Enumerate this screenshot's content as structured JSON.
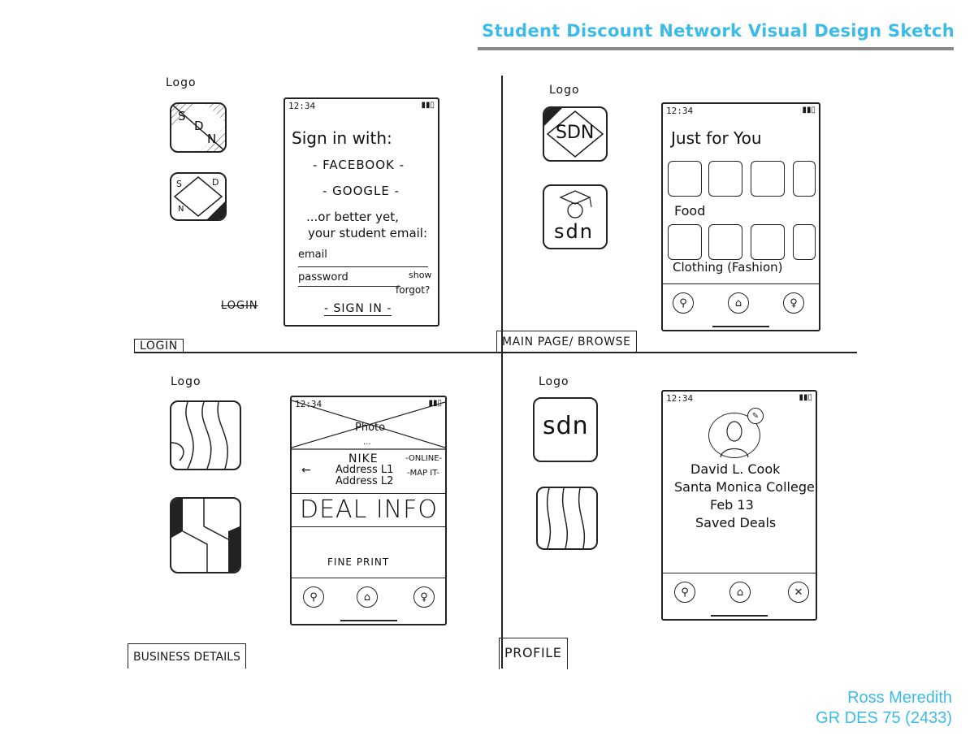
{
  "header": {
    "title": "Student Discount Network Visual Design Sketch",
    "author": "Ross Meredith",
    "course": "GR DES 75 (2433)"
  },
  "colors": {
    "accent": "#3bbbe8",
    "ink": "#1a1a1a",
    "rule": "#888888"
  },
  "login": {
    "section_label": "LOGIN",
    "logo_label": "Logo",
    "logo_letters": [
      "S",
      "D",
      "N"
    ],
    "logo2_letters": [
      "S",
      "D",
      "N"
    ],
    "struck_label": "LOGIN",
    "phone": {
      "time": "12:34",
      "heading": "Sign in with:",
      "facebook": "- FACEBOOK -",
      "google": "- GOOGLE -",
      "alt_line1": "...or better yet,",
      "alt_line2": "your student email:",
      "email_label": "email",
      "password_label": "password",
      "show_label": "show",
      "forgot_label": "forgot?",
      "sign_in": "- SIGN IN -"
    }
  },
  "browse": {
    "section_label": "MAIN PAGE/ BROWSE",
    "logo_label": "Logo",
    "logo_text": "SDN",
    "logo2_text": "sdn",
    "phone": {
      "time": "12:34",
      "heading": "Just for You",
      "food_label": "Food",
      "clothing_label": "Clothing (Fashion)"
    }
  },
  "business": {
    "section_label": "BUSINESS DETAILS",
    "logo_label": "Logo",
    "phone": {
      "time": "12:34",
      "photo_label": "Photo",
      "dots": "...",
      "name": "NIKE",
      "address1": "Address L1",
      "address2": "Address L2",
      "online": "-ONLINE-",
      "mapit": "-MAP IT-",
      "deal_info": "DEAL INFO",
      "fine_print": "FINE PRINT"
    }
  },
  "profile": {
    "section_label": "PROFILE",
    "logo_label": "Logo",
    "logo_text": "sdn",
    "phone": {
      "time": "12:34",
      "name": "David L. Cook",
      "school": "Santa Monica College",
      "date": "Feb 13",
      "saved": "Saved Deals"
    }
  }
}
